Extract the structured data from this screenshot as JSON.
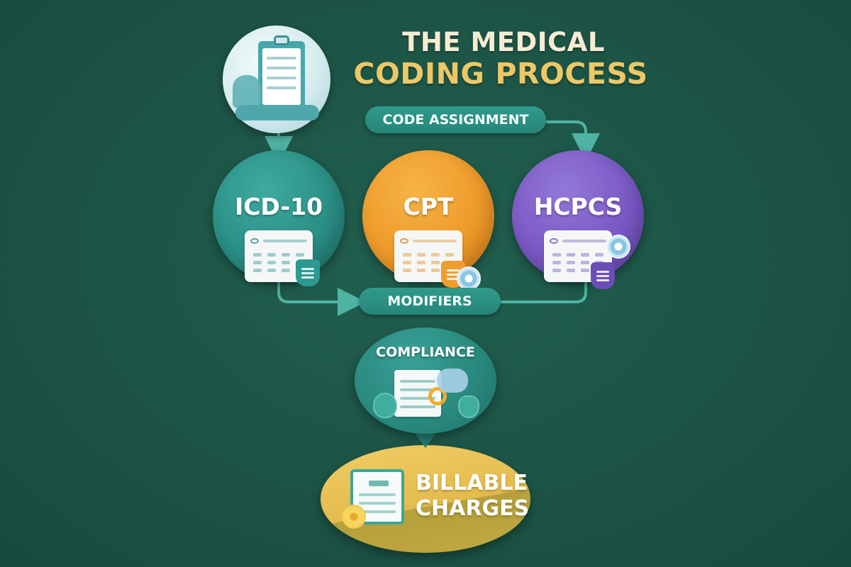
{
  "title": {
    "line1": "THE MEDICAL",
    "line2": "CODING PROCESS"
  },
  "colors": {
    "background": "#1d5647",
    "teal": "#2a8f82",
    "orange": "#ee9a2a",
    "purple": "#7a58c4",
    "gold": "#e8c04f",
    "title_white": "#f6ecd3",
    "title_gold": "#ecc867"
  },
  "start_node": {
    "icon": "clipboard-medical-record-icon"
  },
  "code_assignment": {
    "label": "CODE ASSIGNMENT"
  },
  "code_sets": [
    {
      "label": "ICD-10",
      "color": "#2a8f82",
      "icon": "code-book-icon"
    },
    {
      "label": "CPT",
      "color": "#ee9a2a",
      "icon": "code-book-icon"
    },
    {
      "label": "HCPCS",
      "color": "#7a58c4",
      "icon": "code-book-icon"
    }
  ],
  "modifiers": {
    "label": "MODIFIERS"
  },
  "compliance": {
    "label": "COMPLIANCE",
    "icon": "document-magnifier-shield-icon"
  },
  "billable": {
    "line1": "BILLABLE",
    "line2": "CHARGES",
    "icon": "invoice-coin-icon"
  }
}
